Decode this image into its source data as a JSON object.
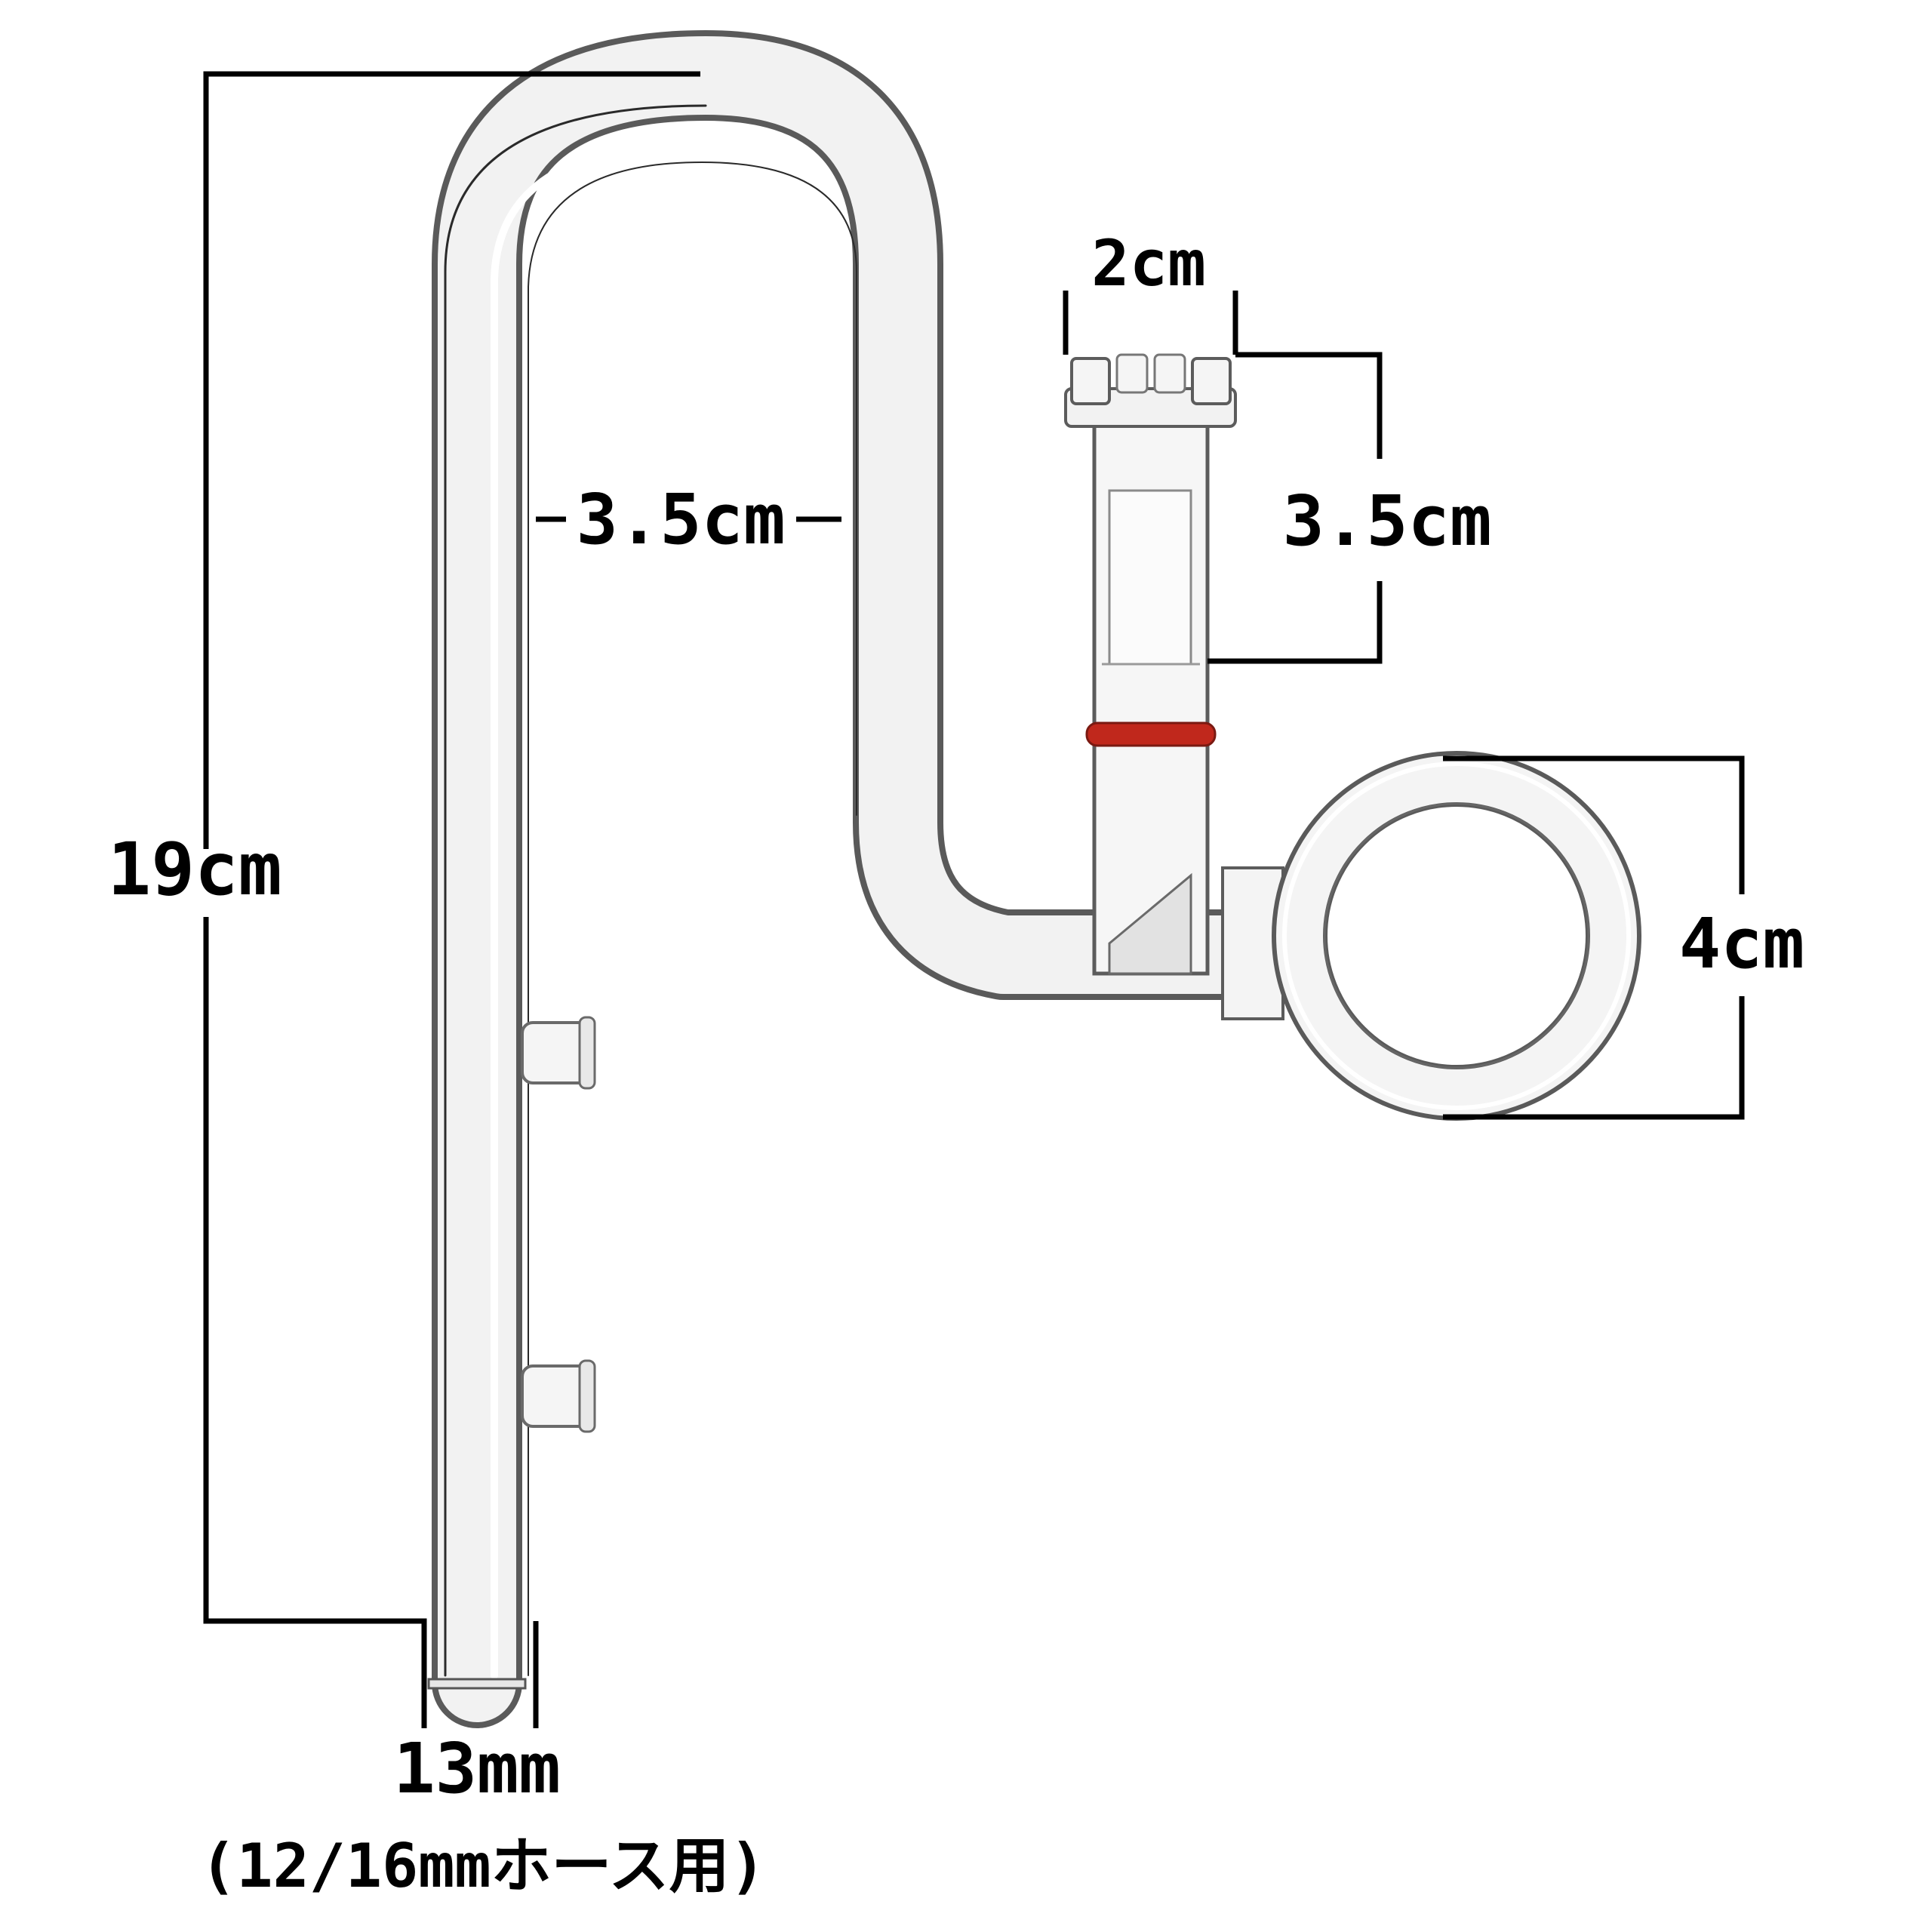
{
  "dimensions": {
    "total_height": "19cm",
    "bend_width": "3.5cm",
    "top_width": "2cm",
    "top_height": "3.5cm",
    "ring_diameter": "4cm",
    "pipe_diameter": "13mm",
    "hose_note": "(12/16mmホース用)"
  },
  "colors": {
    "background": "#ffffff",
    "dimension_line": "#000000",
    "o_ring": "#c0281c"
  }
}
